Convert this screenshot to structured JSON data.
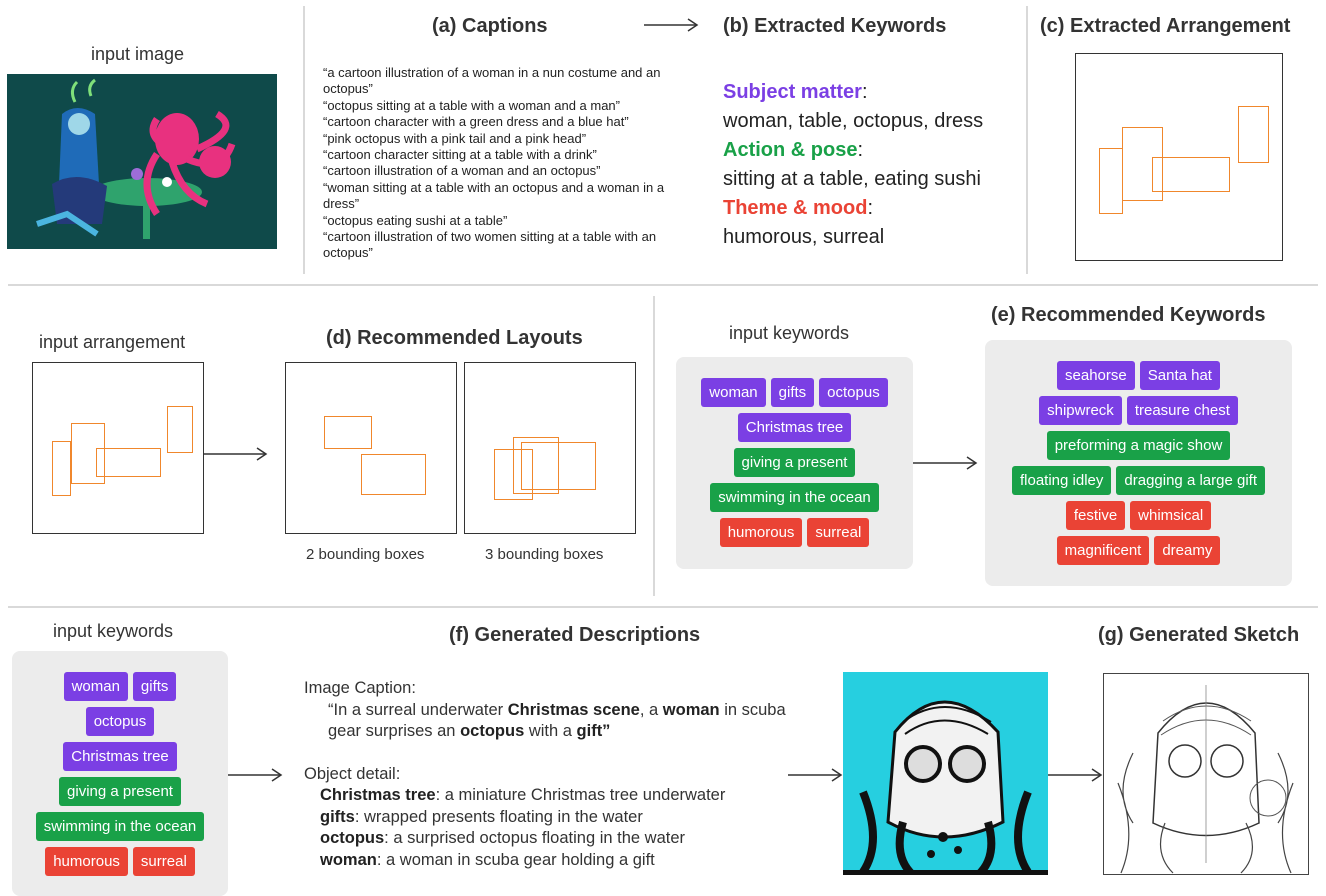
{
  "colors": {
    "purple": "#7b3fe4",
    "green": "#19a148",
    "red": "#ea4335",
    "orange": "#f0872c"
  },
  "row1": {
    "input_image_label": "input image",
    "captions_title": "(a) Captions",
    "captions": [
      "“a cartoon illustration of a woman in a nun costume and an octopus”",
      "“octopus sitting at a table with a woman and a man”",
      "“cartoon character with a green dress and a blue hat”",
      "“pink octopus with a pink tail and a pink head”",
      "“cartoon character sitting at a table with a drink”",
      "“cartoon illustration of a woman and an octopus”",
      "“woman sitting at a table with an octopus and a woman in a dress”",
      "“octopus eating sushi at a table”",
      "“cartoon illustration of two women sitting at a table with an octopus”"
    ],
    "keywords_title": "(b) Extracted Keywords",
    "subject_label": "Subject matter",
    "subject_values": "woman, table, octopus, dress",
    "action_label": "Action & pose",
    "action_values": "sitting at a table, eating sushi",
    "theme_label": "Theme & mood",
    "theme_values": "humorous, surreal",
    "colon": ":",
    "arrangement_title": "(c) Extracted Arrangement"
  },
  "row2": {
    "input_arrangement_label": "input arrangement",
    "layouts_title": "(d) Recommended Layouts",
    "layout1_caption": "2 bounding boxes",
    "layout2_caption": "3 bounding boxes",
    "input_keywords_label": "input keywords",
    "input_tags": {
      "purple": [
        "woman",
        "gifts",
        "octopus",
        "Christmas tree"
      ],
      "green": [
        "giving a present",
        "swimming in the ocean"
      ],
      "red": [
        "humorous",
        "surreal"
      ]
    },
    "recommended_title": "(e) Recommended Keywords",
    "recommended_tags": {
      "purple": [
        "seahorse",
        "Santa hat",
        "shipwreck",
        "treasure chest"
      ],
      "green": [
        "preforming a magic show",
        "floating idley",
        "dragging a large gift"
      ],
      "red": [
        "festive",
        "whimsical",
        "magnificent",
        "dreamy"
      ]
    }
  },
  "row3": {
    "input_keywords_label": "input keywords",
    "tags": {
      "purple": [
        "woman",
        "gifts",
        "octopus",
        "Christmas tree"
      ],
      "green": [
        "giving a present",
        "swimming in the ocean"
      ],
      "red": [
        "humorous",
        "surreal"
      ]
    },
    "descriptions_title": "(f) Generated Descriptions",
    "image_caption_label": "Image Caption:",
    "caption_parts": [
      "“In a surreal underwater ",
      "Christmas scene",
      ", a ",
      "woman",
      " in scuba gear surprises an ",
      "octopus",
      " with a ",
      "gift”"
    ],
    "object_detail_label": "Object detail:",
    "details": [
      {
        "name": "Christmas tree",
        "text": ": a miniature Christmas tree underwater"
      },
      {
        "name": "gifts",
        "text": ": wrapped presents floating in the water"
      },
      {
        "name": "octopus",
        "text": ": a surprised octopus floating in the water"
      },
      {
        "name": "woman",
        "text": ": a woman in scuba gear holding a gift"
      }
    ],
    "sketch_title": "(g) Generated Sketch"
  }
}
